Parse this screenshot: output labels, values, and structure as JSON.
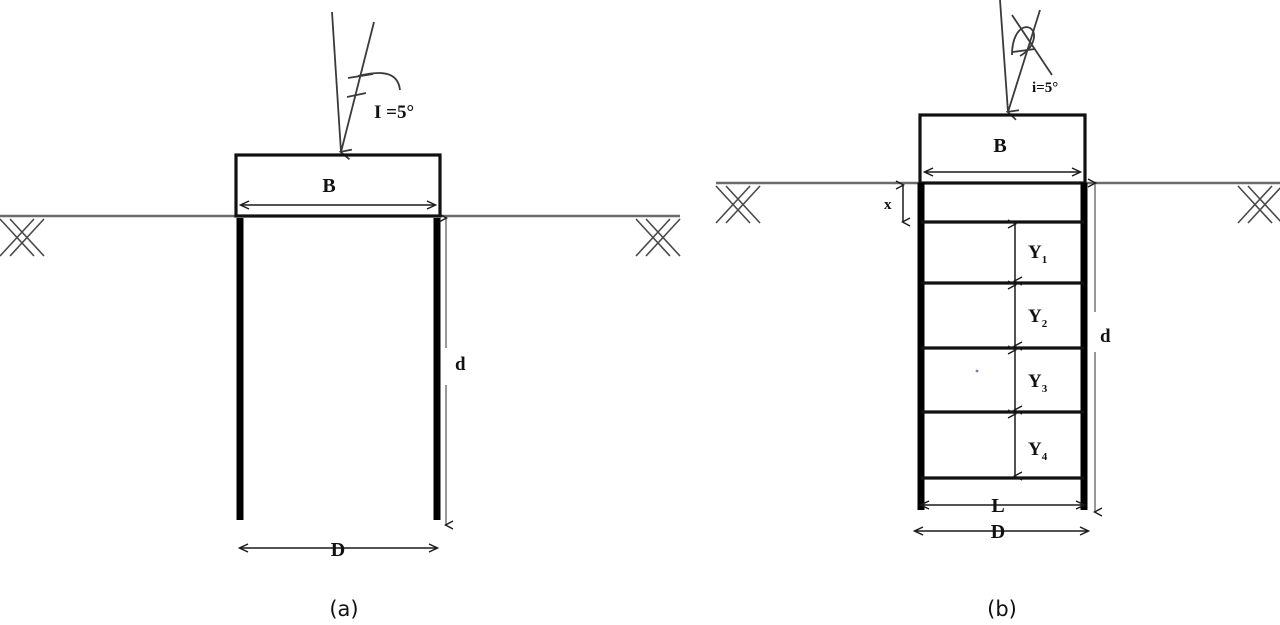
{
  "figure": {
    "title": "",
    "background_color": "#ffffff",
    "line_color": "#111111",
    "ground_color": "#6b6b6b",
    "panels": [
      {
        "id": "panel-a",
        "caption": "(a)",
        "description": "Shallow footing of width B on uniform soil with embedment depth d and base width D, loaded by an inclined load at 5 degrees",
        "angle_label": "I =5°",
        "footing_width_label": "B",
        "depth_label": "d",
        "base_width_label": "D",
        "layers": []
      },
      {
        "id": "panel-b",
        "caption": "(b)",
        "description": "Footing of width B over layered soil subdivided into four sublayers Y1 to Y4 with top offset x, total depth d, base length L and overall width D, loaded by an inclined load at 5 degrees",
        "angle_label": "i=5°",
        "footing_width_label": "B",
        "offset_label": "x",
        "depth_label": "d",
        "base_length_label": "L",
        "base_width_label": "D",
        "layers": [
          {
            "label": "Y",
            "subscript": "1"
          },
          {
            "label": "Y",
            "subscript": "2"
          },
          {
            "label": "Y",
            "subscript": "3"
          },
          {
            "label": "Y",
            "subscript": "4"
          }
        ]
      }
    ]
  }
}
